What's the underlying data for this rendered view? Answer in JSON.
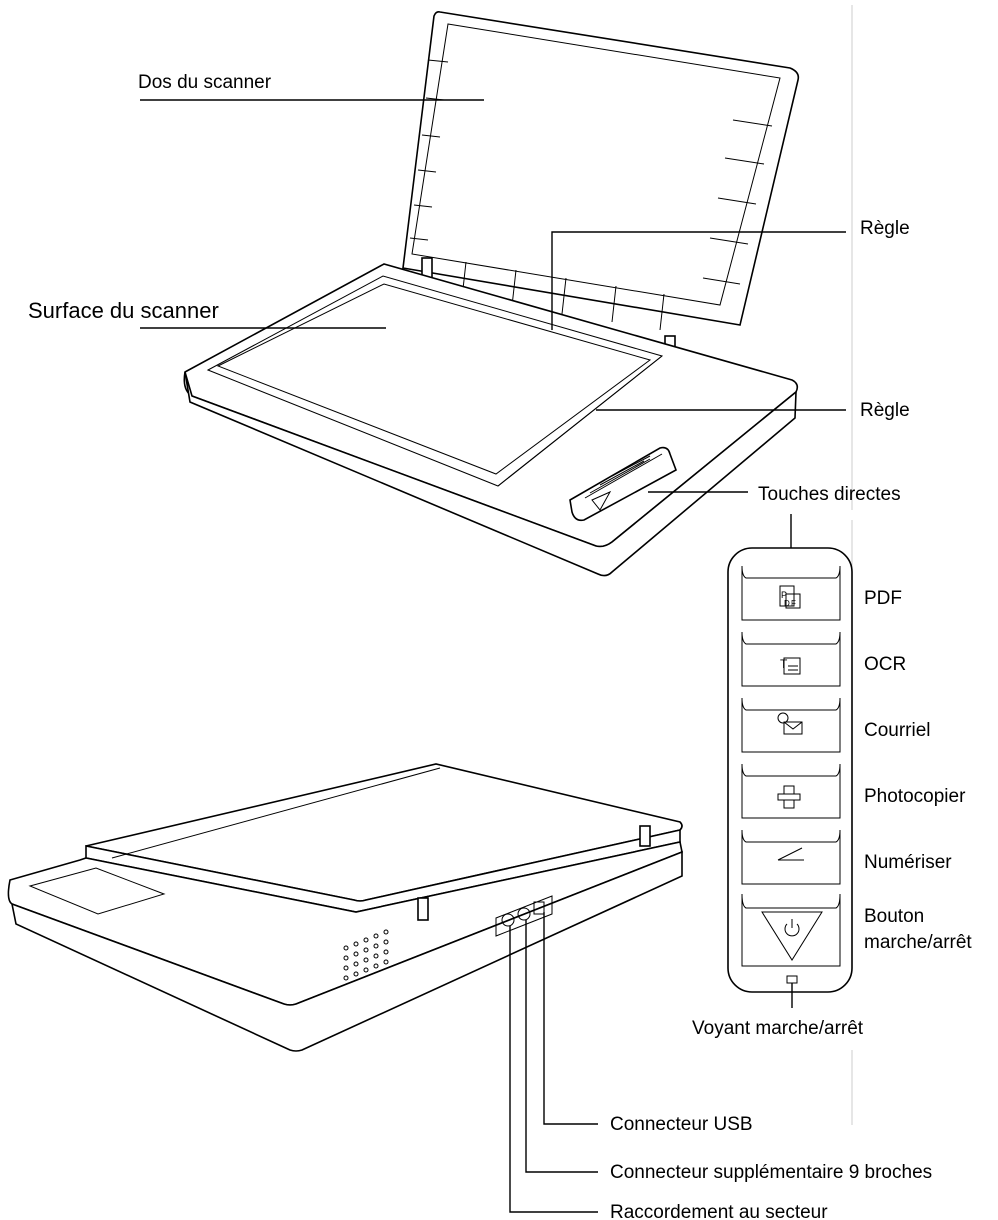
{
  "labels": {
    "dos_du_scanner": "Dos du scanner",
    "surface_du_scanner": "Surface du scanner",
    "regle_1": "Règle",
    "regle_2": "Règle",
    "touches_directes": "Touches directes",
    "pdf": "PDF",
    "ocr": "OCR",
    "courriel": "Courriel",
    "photocopier": "Photocopier",
    "numeriser": "Numériser",
    "bouton_line1": "Bouton",
    "bouton_line2": "marche/arrêt",
    "voyant": "Voyant marche/arrêt",
    "connecteur_usb": "Connecteur USB",
    "connecteur_9": "Connecteur supplémentaire 9 broches",
    "raccordement": "Raccordement au secteur"
  },
  "button_icons": [
    "pdf-icon",
    "ocr-text-icon",
    "email-icon",
    "photocopy-icon",
    "scan-icon",
    "power-icon"
  ]
}
